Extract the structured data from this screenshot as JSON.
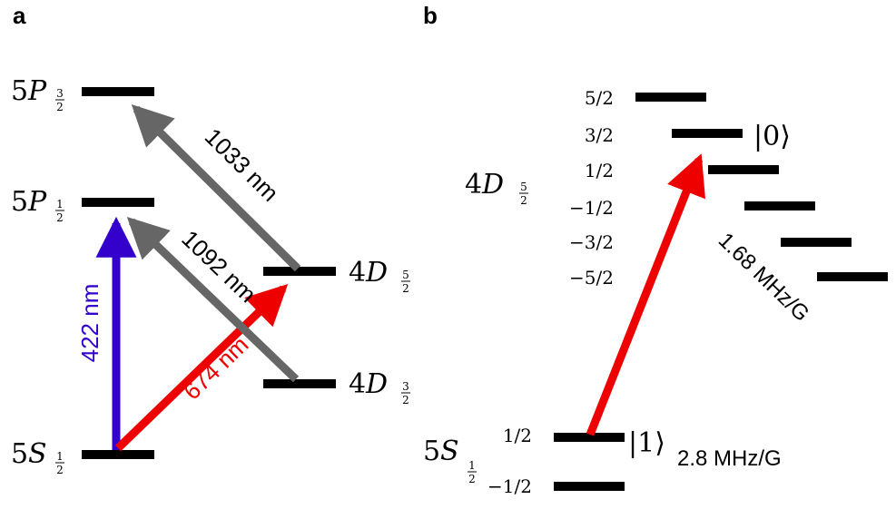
{
  "colors": {
    "level": "#000000",
    "blue_arrow": "#3300cc",
    "red_arrow": "#ee0000",
    "gray_arrow": "#666666"
  },
  "panel_a": {
    "label": "a",
    "states": {
      "p32": {
        "n": "5",
        "letter": "P",
        "num": "3",
        "den": "2"
      },
      "p12": {
        "n": "5",
        "letter": "P",
        "num": "1",
        "den": "2"
      },
      "s12": {
        "n": "5",
        "letter": "S",
        "num": "1",
        "den": "2"
      },
      "d52": {
        "n": "4",
        "letter": "D",
        "num": "5",
        "den": "2"
      },
      "d32": {
        "n": "4",
        "letter": "D",
        "num": "3",
        "den": "2"
      }
    },
    "transitions": {
      "t422": "422 nm",
      "t674": "674 nm",
      "t1033": "1033 nm",
      "t1092": "1092 nm"
    }
  },
  "panel_b": {
    "label": "b",
    "d52_state": {
      "n": "4",
      "letter": "D",
      "num": "5",
      "den": "2"
    },
    "s12_state": {
      "n": "5",
      "letter": "S",
      "num": "1",
      "den": "2"
    },
    "d_sublevels": [
      "5/2",
      "3/2",
      "1/2",
      "−1/2",
      "−3/2",
      "−5/2"
    ],
    "s_sublevels": [
      "1/2",
      "−1/2"
    ],
    "ket0": "|0⟩",
    "ket1": "|1⟩",
    "d_gfactor": "1.68 MHz/G",
    "s_gfactor": "2.8 MHz/G"
  }
}
